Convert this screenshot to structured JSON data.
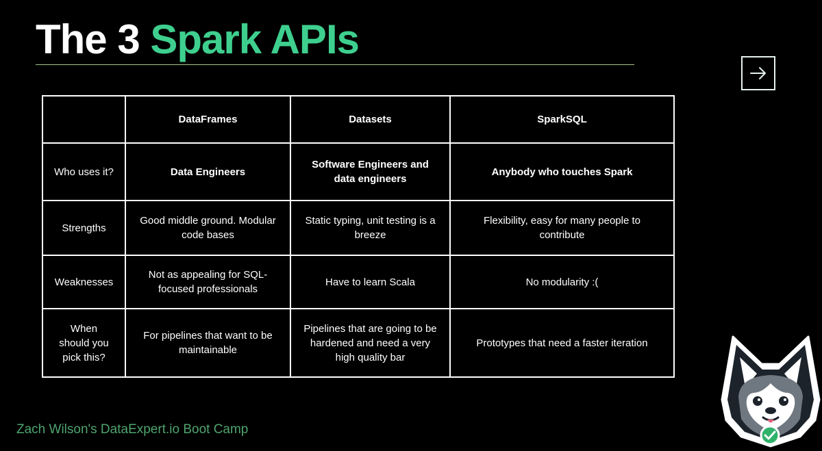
{
  "title": {
    "part1": "The 3",
    "part2": "Spark APIs"
  },
  "colors": {
    "accent_green": "#3ecf8e",
    "footer_green": "#4fa46f",
    "rule": "#a8c78f"
  },
  "icons": {
    "next": "arrow-right-icon",
    "mascot": "husky-mascot-icon",
    "verified": "check-badge-icon"
  },
  "table": {
    "columns": [
      "",
      "DataFrames",
      "Datasets",
      "SparkSQL"
    ],
    "rows": [
      {
        "label": "Who uses it?",
        "cells": [
          "Data Engineers",
          "Software Engineers and data engineers",
          "Anybody who touches Spark"
        ]
      },
      {
        "label": "Strengths",
        "cells": [
          "Good middle ground. Modular code bases",
          "Static typing, unit testing is a breeze",
          "Flexibility, easy for many people to contribute"
        ]
      },
      {
        "label": "Weaknesses",
        "cells": [
          "Not as appealing for SQL-focused professionals",
          "Have to learn Scala",
          "No modularity :("
        ]
      },
      {
        "label": "When should you pick this?",
        "cells": [
          "For pipelines that want to be maintainable",
          "Pipelines that are going to be hardened and need a very high quality bar",
          "Prototypes that need a faster iteration"
        ]
      }
    ]
  },
  "footer": "Zach Wilson's DataExpert.io Boot Camp"
}
